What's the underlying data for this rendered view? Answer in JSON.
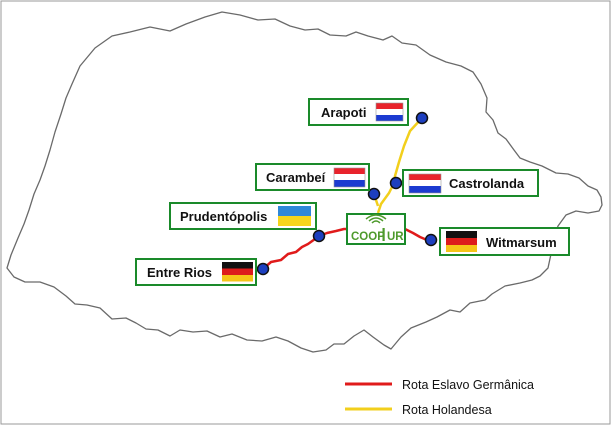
{
  "colors": {
    "border": "#1a8a2a",
    "route_slavic_germanic": "#e01b1b",
    "route_dutch": "#f2cf1c",
    "city_marker": "#1d3fbf",
    "logo": "#4e9a2c"
  },
  "cities": {
    "arapoti": {
      "name": "Arapoti",
      "flag": "netherlands-flag"
    },
    "carambei": {
      "name": "Carambeí",
      "flag": "netherlands-flag"
    },
    "castrolanda": {
      "name": "Castrolanda",
      "flag": "netherlands-flag"
    },
    "prudentopolis": {
      "name": "Prudentópolis",
      "flag": "ukraine-flag"
    },
    "entre_rios": {
      "name": "Entre Rios",
      "flag": "germany-flag"
    },
    "witmarsum": {
      "name": "Witmarsum",
      "flag": "germany-flag"
    }
  },
  "logo": {
    "text_left": "COOP",
    "text_right": "UR"
  },
  "legend": {
    "red_route": "Rota Eslavo Germânica",
    "yellow_route": "Rota Holandesa"
  }
}
